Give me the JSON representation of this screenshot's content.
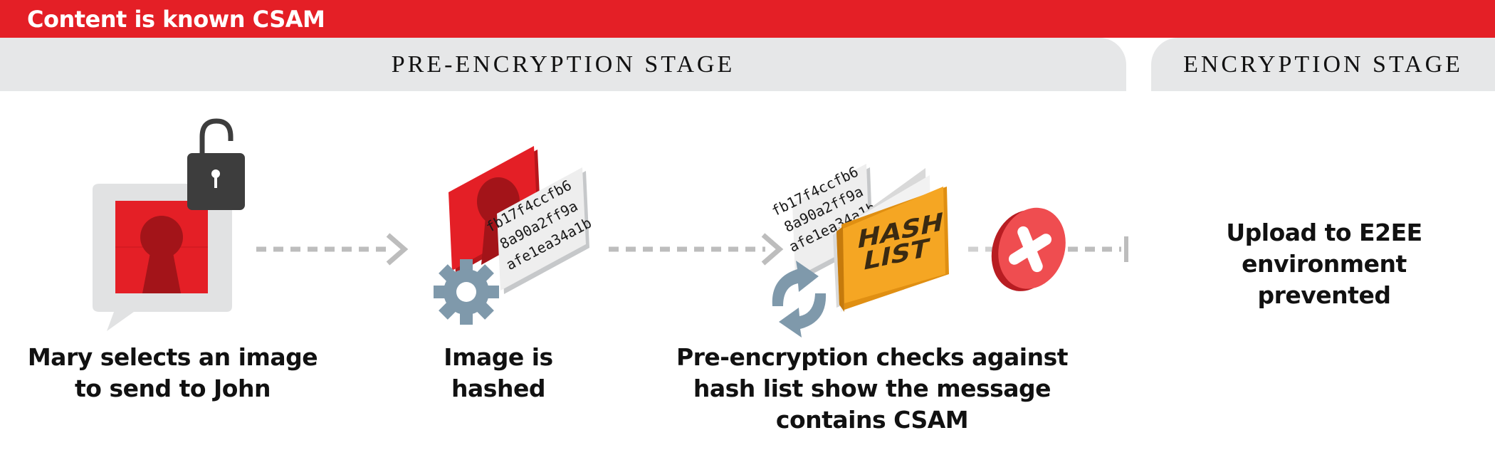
{
  "banner": {
    "title": "Content is known CSAM"
  },
  "stages": [
    {
      "label": "PRE-ENCRYPTION STAGE"
    },
    {
      "label": "ENCRYPTION STAGE"
    }
  ],
  "steps": [
    {
      "caption": "Mary selects an image to send to John"
    },
    {
      "caption": "Image is hashed"
    },
    {
      "caption": "Pre-encryption checks against hash list show the message contains CSAM"
    },
    {
      "caption": "Upload to E2EE environment prevented"
    }
  ],
  "hash_codes": [
    "fb17f4ccfb6",
    "8a90a2ff9a",
    "afe1ea34a1b"
  ],
  "hash_list_label": [
    "HASH",
    "LIST"
  ],
  "colors": {
    "brand_red": "#e41f26",
    "stage_gray": "#e6e7e8",
    "folder_orange": "#f5a623",
    "block_red": "#e8484a"
  }
}
